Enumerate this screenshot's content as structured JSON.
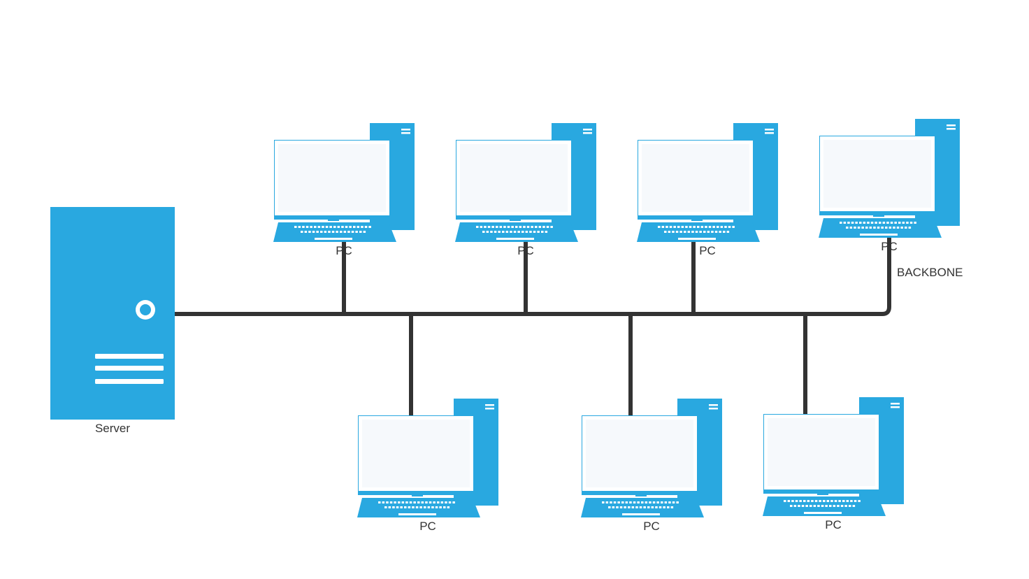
{
  "server": {
    "label": "Server"
  },
  "backbone": {
    "label": "BACKBONE"
  },
  "pcs": [
    {
      "label": "PC"
    },
    {
      "label": "PC"
    },
    {
      "label": "PC"
    },
    {
      "label": "PC"
    },
    {
      "label": "PC"
    },
    {
      "label": "PC"
    },
    {
      "label": "PC"
    }
  ],
  "colors": {
    "device": "#29a8e0",
    "screen": "#f6f9fc",
    "cable": "#333333",
    "text": "#333333"
  },
  "icons": {
    "server": "server-tower-icon",
    "pc": "desktop-pc-icon"
  }
}
